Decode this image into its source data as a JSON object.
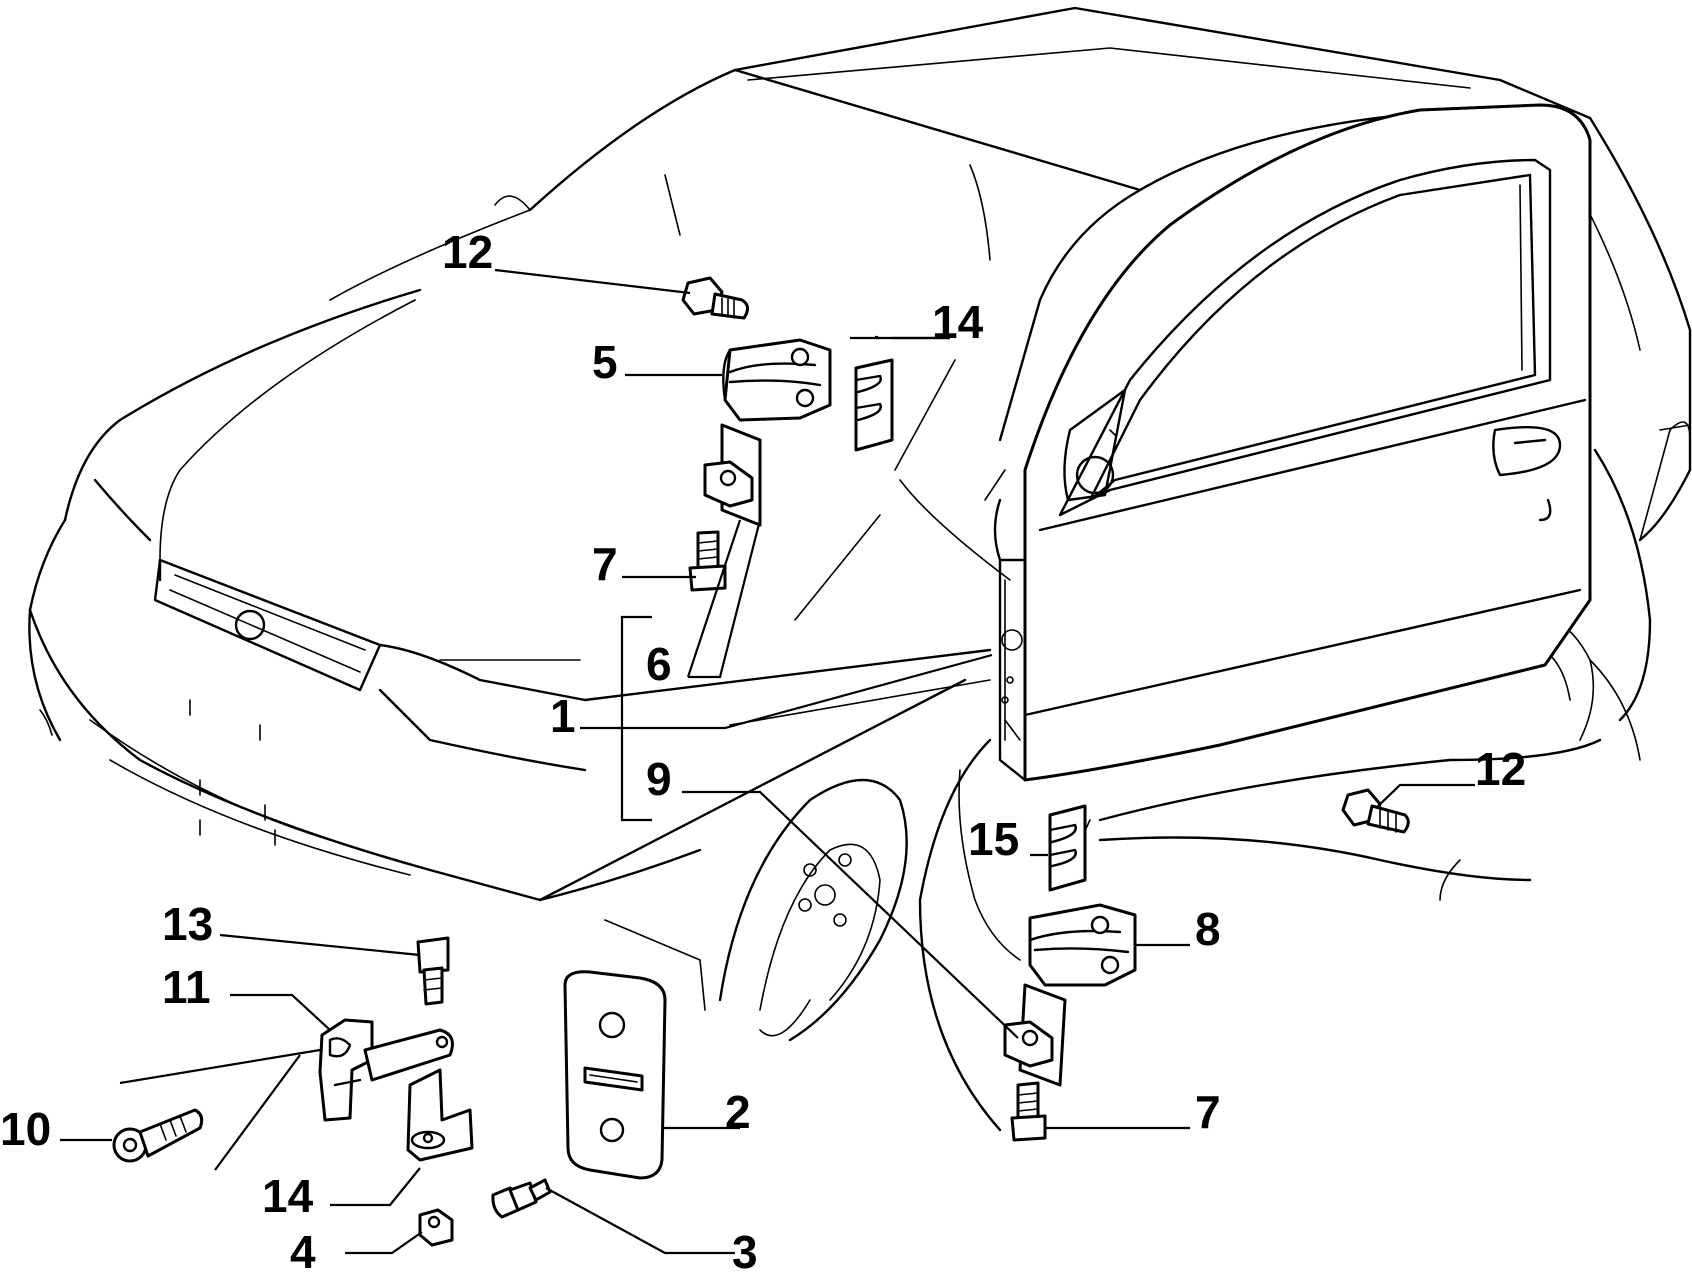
{
  "callouts": [
    {
      "id": "1",
      "text": "1"
    },
    {
      "id": "2",
      "text": "2"
    },
    {
      "id": "3",
      "text": "3"
    },
    {
      "id": "4",
      "text": "4"
    },
    {
      "id": "5",
      "text": "5"
    },
    {
      "id": "6",
      "text": "6"
    },
    {
      "id": "7a",
      "text": "7"
    },
    {
      "id": "7b",
      "text": "7"
    },
    {
      "id": "8",
      "text": "8"
    },
    {
      "id": "9",
      "text": "9"
    },
    {
      "id": "10",
      "text": "10"
    },
    {
      "id": "11",
      "text": "11"
    },
    {
      "id": "12a",
      "text": "12"
    },
    {
      "id": "12b",
      "text": "12"
    },
    {
      "id": "13",
      "text": "13"
    },
    {
      "id": "14a",
      "text": "14"
    },
    {
      "id": "14b",
      "text": "14"
    },
    {
      "id": "15",
      "text": "15"
    }
  ]
}
